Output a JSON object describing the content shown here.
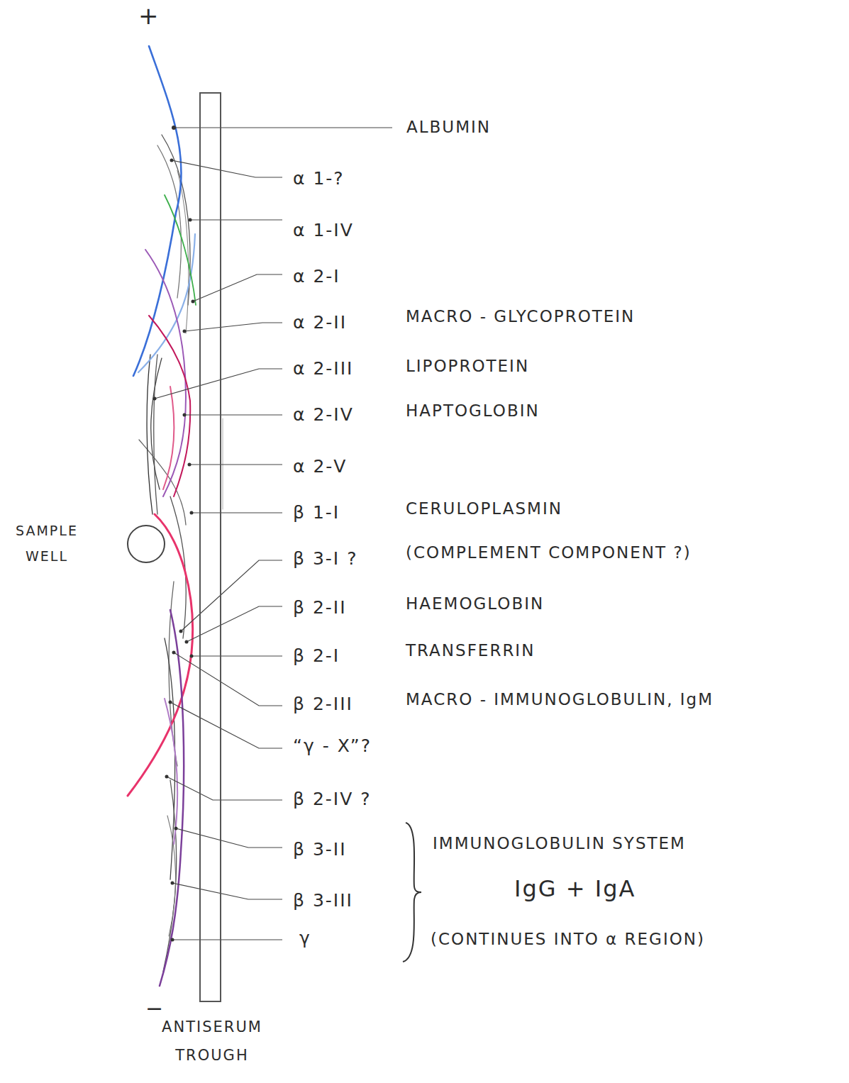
{
  "diagram": {
    "nodes": [
      {
        "text": [
          "ANTISERUM TROUGH"
        ]
      },
      {
        "text": [
          "SAMPLE WELL"
        ]
      }
    ],
    "labels": [
      "+",
      "ALBUMIN",
      "α 1-?",
      "α 1-IV",
      "α 2-I",
      "α 2-II",
      "MACRO - GLYCOPROTEIN",
      "α 2-III",
      "LIPOPROTEIN",
      "α 2-IV",
      "HAPTOGLOBIN",
      "α 2-V",
      "β 1-I",
      "CERULOPLASMIN",
      "β 3-I ?",
      "(COMPLEMENT COMPONENT ?)",
      "β 2-II",
      "HAEMOGLOBIN",
      "β 2-I",
      "TRANSFERRIN",
      "β 2-III",
      "MACRO - IMMUNOGLOBULIN, IgM",
      "“γ - X”?",
      "β 2-IV ?",
      "β 3-II",
      "IMMUNOGLOBULIN SYSTEM",
      "β 3-III",
      "IgG + IgA",
      "γ",
      "(CONTINUES INTO α REGION)",
      "−"
    ]
  }
}
